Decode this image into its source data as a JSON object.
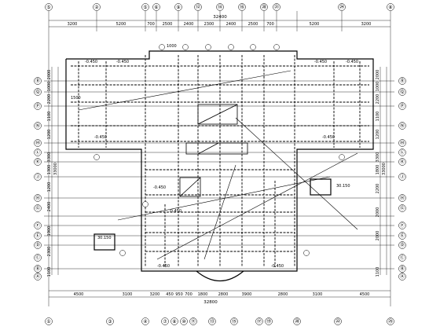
{
  "drawing": {
    "top_total_dim": "32400",
    "bottom_total_dim": "32800",
    "right_mid_dim": "33000",
    "left_mid_dim": "33000"
  },
  "axes": {
    "top": [
      "⑤",
      "②",
      "⑤",
      "⑥",
      "⑨",
      "⑫",
      "⑭",
      "⑯",
      "⑳",
      "㉑",
      "㉔",
      "⑧"
    ],
    "bottom": [
      "①",
      "③",
      "④",
      "⑦",
      "⑧",
      "⑩",
      "⑪",
      "⑬",
      "⑮",
      "⑰",
      "⑲",
      "⑳",
      "㉒",
      "㉕"
    ],
    "left": [
      "Ⓡ",
      "Ⓠ",
      "Ⓟ",
      "Ⓝ",
      "Ⓜ",
      "Ⓛ",
      "Ⓚ",
      "Ⓙ",
      "Ⓗ",
      "Ⓖ",
      "Ⓕ",
      "Ⓔ",
      "Ⓓ",
      "Ⓒ",
      "Ⓑ",
      "Ⓐ"
    ],
    "right": [
      "Ⓡ",
      "Ⓠ",
      "Ⓟ",
      "Ⓝ",
      "Ⓜ",
      "Ⓛ",
      "Ⓚ",
      "Ⓙ",
      "Ⓗ",
      "Ⓖ",
      "Ⓕ",
      "Ⓔ",
      "Ⓓ",
      "Ⓒ",
      "Ⓑ",
      "Ⓐ"
    ]
  },
  "dims": {
    "top": [
      "3200",
      "5200",
      "700",
      "2500",
      "2400",
      "2300",
      "2400",
      "2500",
      "700",
      "5200",
      "3200"
    ],
    "bottom": [
      "4500",
      "3100",
      "3200",
      "450",
      "950",
      "700",
      "1800",
      "2800",
      "3900",
      "2800",
      "3100",
      "4500"
    ],
    "left": [
      "2000",
      "1000",
      "2200",
      "1100",
      "1200",
      "3300",
      "1300",
      "1200",
      "2400",
      "1900",
      "2300",
      "1100"
    ],
    "right": [
      "2000",
      "1000",
      "2200",
      "1100",
      "1200",
      "3300",
      "1800",
      "2200",
      "2000",
      "2000",
      "1100"
    ]
  },
  "labels": {
    "slab_a": "-0.450",
    "slab_b": "-0.450",
    "slab_c": "-0.450",
    "slab_d": "-0.450",
    "slab_e": "-0.450",
    "slab_f": "-0.450",
    "slab_g": "-0.450",
    "slab_h": "-0.450",
    "slab_i": "-0.450",
    "slab_j": "-0.450",
    "box_left": "30.150",
    "box_right": "30.150",
    "note_1": "1000",
    "note_2": "1500"
  }
}
